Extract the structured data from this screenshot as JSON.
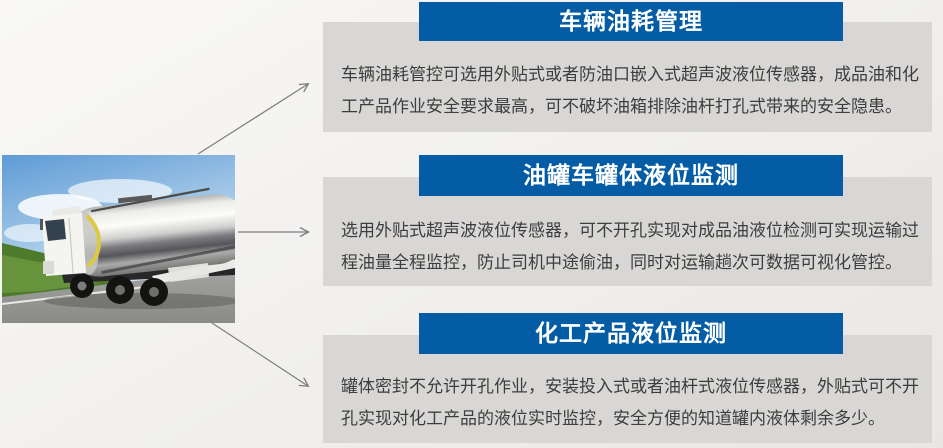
{
  "colors": {
    "header_blue": "#045da4",
    "panel_gray": "#d8d7d5",
    "body_text": "#3d3d3d",
    "header_text": "#ffffff",
    "arrow_gray": "#7d7d7d"
  },
  "image": {
    "alt": "油罐车照片"
  },
  "sections": [
    {
      "title": "车辆油耗管理",
      "body": "车辆油耗管控可选用外贴式或者防油口嵌入式超声波液位传感器，成品油和化\n工产品作业安全要求最高，可不破坏油箱排除油杆打孔式带来的安全隐患。"
    },
    {
      "title": "油罐车罐体液位监测",
      "body": "选用外贴式超声波液位传感器，可不开孔实现对成品油液位检测可实现运输过\n程油量全程监控，防止司机中途偷油，同时对运输趟次可数据可视化管控。"
    },
    {
      "title": "化工产品液位监测",
      "body": "罐体密封不允许开孔作业，安装投入式或者油杆式液位传感器，外贴式可不开\n孔实现对化工产品的液位实时监控，安全方便的知道罐内液体剩余多少。"
    }
  ]
}
